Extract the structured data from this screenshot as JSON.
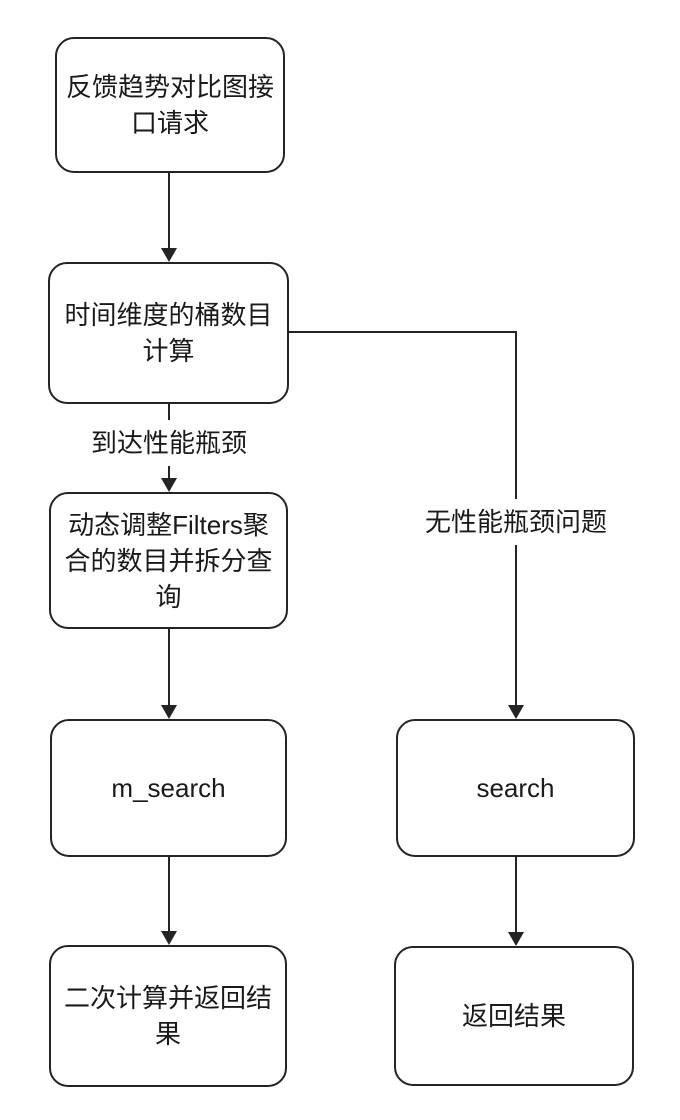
{
  "diagram": {
    "type": "flowchart",
    "colors": {
      "stroke": "#242424",
      "text": "#1a1a1a",
      "background": "#ffffff"
    },
    "nodes": [
      {
        "id": "feedback-request",
        "label": "反馈趋势对比图接口请求"
      },
      {
        "id": "bucket-count-calc",
        "label": "时间维度的桶数目计算"
      },
      {
        "id": "dynamic-filters-split",
        "label": "动态调整Filters聚合的数目并拆分查询"
      },
      {
        "id": "m-search",
        "label": "m_search"
      },
      {
        "id": "secondary-compute-return",
        "label": "二次计算并返回结果"
      },
      {
        "id": "search",
        "label": "search"
      },
      {
        "id": "return-result",
        "label": "返回结果"
      }
    ],
    "edge_labels": [
      {
        "id": "bottleneck-reached",
        "label": "到达性能瓶颈"
      },
      {
        "id": "no-bottleneck",
        "label": "无性能瓶颈问题"
      }
    ],
    "edges": [
      {
        "from": "feedback-request",
        "to": "bucket-count-calc",
        "label": ""
      },
      {
        "from": "bucket-count-calc",
        "to": "dynamic-filters-split",
        "label": "到达性能瓶颈"
      },
      {
        "from": "bucket-count-calc",
        "to": "search",
        "label": "无性能瓶颈问题"
      },
      {
        "from": "dynamic-filters-split",
        "to": "m-search",
        "label": ""
      },
      {
        "from": "m-search",
        "to": "secondary-compute-return",
        "label": ""
      },
      {
        "from": "search",
        "to": "return-result",
        "label": ""
      }
    ]
  }
}
